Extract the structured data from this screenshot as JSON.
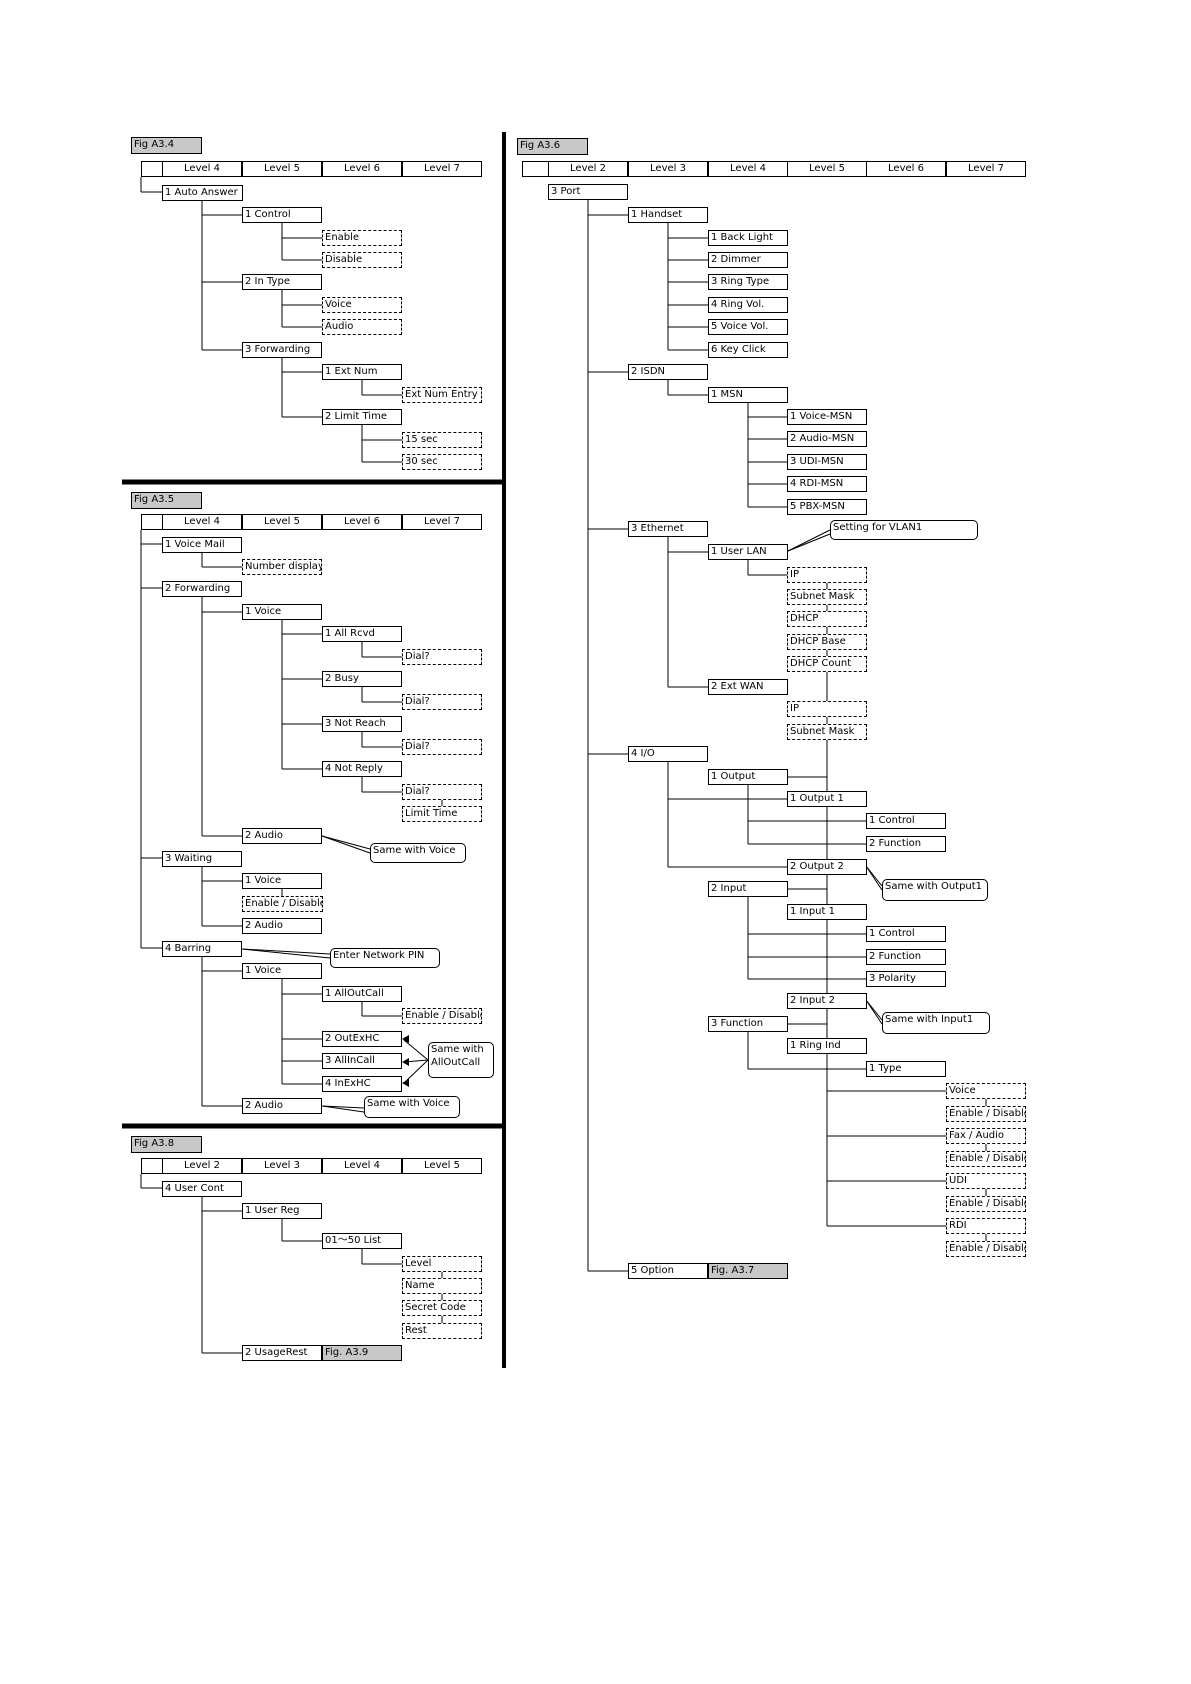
{
  "figures": {
    "a34": {
      "tag": "Fig A3.4",
      "headers": [
        "Level 4",
        "Level 5",
        "Level 6",
        "Level 7"
      ],
      "nodes": [
        "1 Auto Answer",
        "1 Control",
        "Enable",
        "Disable",
        "2 In Type",
        "Voice",
        "Audio",
        "3 Forwarding",
        "1 Ext Num",
        "Ext Num Entry",
        "2 Limit Time",
        "15 sec",
        "30 sec"
      ]
    },
    "a35": {
      "tag": "Fig A3.5",
      "headers": [
        "Level 4",
        "Level 5",
        "Level 6",
        "Level 7"
      ],
      "nodes": [
        "1 Voice Mail",
        "Number display",
        "2 Forwarding",
        "1 Voice",
        "1 All Rcvd",
        "Dial?",
        "2 Busy",
        "Dial?",
        "3 Not Reach",
        "Dial?",
        "4 Not Reply",
        "Dial?",
        "Limit Time",
        "2 Audio",
        "Same with Voice",
        "3 Waiting",
        "1 Voice",
        "Enable / Disable",
        "2 Audio",
        "4 Barring",
        "Enter Network PIN",
        "1 Voice",
        "1 AllOutCall",
        "Enable / Disable",
        "2 OutExHC",
        "3 AllInCall",
        "4 InExHC",
        "Same with AllOutCall",
        "2 Audio",
        "Same with Voice"
      ]
    },
    "a38": {
      "tag": "Fig A3.8",
      "headers": [
        "Level 2",
        "Level 3",
        "Level 4",
        "Level 5"
      ],
      "nodes": [
        "4 User Cont",
        "1 User Reg",
        "01～50 List",
        "Level",
        "Name",
        "Secret Code",
        "Rest",
        "2 UsageRest",
        "Fig. A3.9"
      ]
    },
    "a36": {
      "tag": "Fig A3.6",
      "headers": [
        "Level 2",
        "Level 3",
        "Level 4",
        "Level 5",
        "Level 6",
        "Level 7"
      ],
      "nodes": [
        "3 Port",
        "1 Handset",
        "1 Back Light",
        "2 Dimmer",
        "3 Ring Type",
        "4 Ring Vol.",
        "5 Voice Vol.",
        "6 Key Click",
        "2 ISDN",
        "1 MSN",
        "1 Voice-MSN",
        "2 Audio-MSN",
        "3 UDI-MSN",
        "4 RDI-MSN",
        "5 PBX-MSN",
        "3 Ethernet",
        "Setting for VLAN1",
        "1 User LAN",
        "IP",
        "Subnet Mask",
        "DHCP",
        "DHCP Base",
        "DHCP Count",
        "2 Ext WAN",
        "IP",
        "Subnet Mask",
        "4 I/O",
        "1 Output",
        "1 Output 1",
        "1 Control",
        "2 Function",
        "2 Output 2",
        "Same with Output1",
        "2 Input",
        "1 Input 1",
        "1 Control",
        "2 Function",
        "3 Polarity",
        "2 Input 2",
        "Same with Input1",
        "3 Function",
        "1 Ring Ind",
        "1 Type",
        "Voice",
        "Enable / Disable",
        "Fax / Audio",
        "Enable / Disable",
        "UDI",
        "Enable / Disable",
        "RDI",
        "Enable / Disable",
        "5 Option",
        "Fig. A3.7"
      ]
    }
  }
}
